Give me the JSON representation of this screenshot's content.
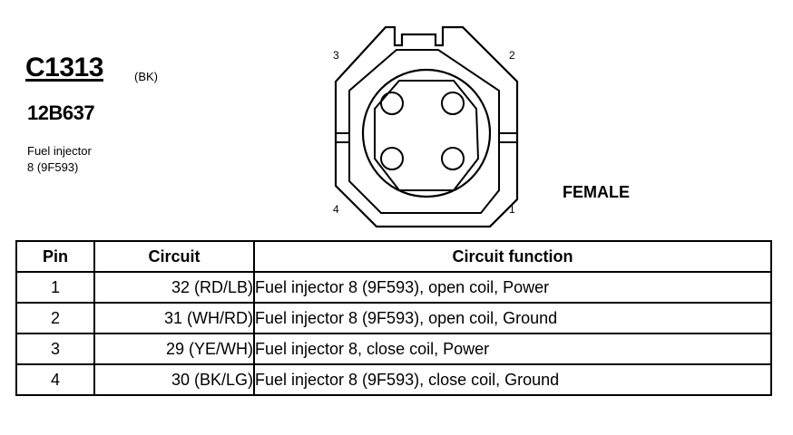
{
  "connector": {
    "id": "C1313",
    "color": "(BK)",
    "part_number": "12B637",
    "description_line1": "Fuel injector",
    "description_line2": "8 (9F593)",
    "gender": "FEMALE",
    "pin_labels": {
      "p1": "1",
      "p2": "2",
      "p3": "3",
      "p4": "4"
    }
  },
  "table": {
    "headers": {
      "pin": "Pin",
      "circuit": "Circuit",
      "function": "Circuit function"
    },
    "rows": [
      {
        "pin": "1",
        "circuit": "32 (RD/LB)",
        "function": "Fuel injector 8 (9F593), open coil, Power"
      },
      {
        "pin": "2",
        "circuit": "31 (WH/RD)",
        "function": "Fuel injector 8 (9F593), open coil, Ground"
      },
      {
        "pin": "3",
        "circuit": "29 (YE/WH)",
        "function": "Fuel injector 8, close coil, Power"
      },
      {
        "pin": "4",
        "circuit": "30 (BK/LG)",
        "function": "Fuel injector 8 (9F593), close coil, Ground"
      }
    ]
  }
}
